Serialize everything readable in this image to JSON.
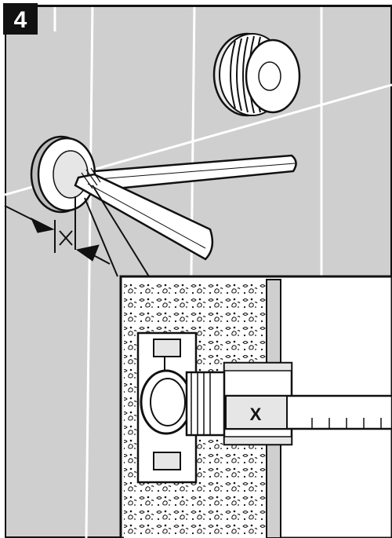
{
  "step": {
    "number": "4"
  },
  "measurement": {
    "label": "X"
  },
  "colors": {
    "wall": "#cfcfcf",
    "grout": "#ffffff",
    "outline": "#111111",
    "concrete": "#ffffff",
    "pipe_fill": "#e6e6e6",
    "part_fill": "#ffffff",
    "detail_bg": "#ffffff",
    "badge_bg": "#111111"
  },
  "icons": [
    "tiled-wall",
    "escutcheon-cap",
    "threaded-sleeve",
    "utility-knife",
    "cut-direction-arrows",
    "valve-body",
    "measuring-ruler"
  ]
}
